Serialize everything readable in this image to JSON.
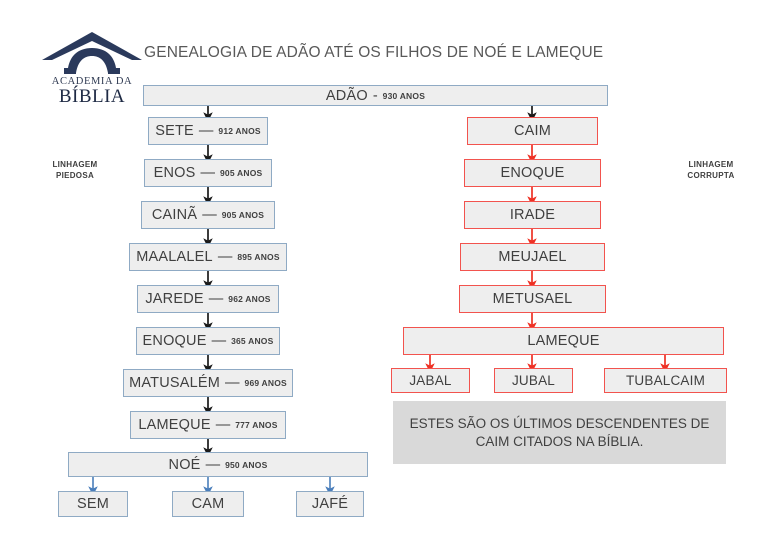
{
  "logo": {
    "line1": "ACADEMIA DA",
    "line2": "BÍBLIA",
    "icon": "academy-roof-logo"
  },
  "title": "GENEALOGIA DE ADÃO ATÉ OS FILHOS DE NOÉ E LAMEQUE",
  "side_labels": {
    "left": "LINHAGEM\nPIEDOSA",
    "left_line1": "LINHAGEM",
    "left_line2": "PIEDOSA",
    "right_line1": "LINHAGEM",
    "right_line2": "CORRUPTA"
  },
  "colors": {
    "pious_border": "#8faac4",
    "corrupt_border": "#f2534e",
    "box_fill": "#eeeeee",
    "note_fill": "#d9d9d9",
    "arrow_dark": "#1a1a1a",
    "arrow_blue": "#4a7ebb",
    "arrow_red": "#ee3124",
    "title_text": "#595959",
    "logo_navy": "#2b3a5c"
  },
  "root": {
    "name": "ADÃO",
    "sep": "-",
    "years": "930 ANOS"
  },
  "pious_line": [
    {
      "name": "SETE",
      "sep": "—",
      "years": "912 ANOS"
    },
    {
      "name": "ENOS",
      "sep": "—",
      "years": "905 ANOS"
    },
    {
      "name": "CAINÃ",
      "sep": "—",
      "years": "905 ANOS"
    },
    {
      "name": "MAALALEL",
      "sep": "—",
      "years": "895 ANOS"
    },
    {
      "name": "JAREDE",
      "sep": "—",
      "years": "962 ANOS"
    },
    {
      "name": "ENOQUE",
      "sep": "—",
      "years": "365 ANOS"
    },
    {
      "name": "MATUSALÉM",
      "sep": "—",
      "years": "969 ANOS"
    },
    {
      "name": "LAMEQUE",
      "sep": "—",
      "years": "777 ANOS"
    },
    {
      "name": "NOÉ",
      "sep": "—",
      "years": "950 ANOS"
    }
  ],
  "noah_sons": [
    "SEM",
    "CAM",
    "JAFÉ"
  ],
  "corrupt_line": [
    {
      "name": "CAIM"
    },
    {
      "name": "ENOQUE"
    },
    {
      "name": "IRADE"
    },
    {
      "name": "MEUJAEL"
    },
    {
      "name": "METUSAEL"
    },
    {
      "name": "LAMEQUE"
    }
  ],
  "lameque_sons": [
    "JABAL",
    "JUBAL",
    "TUBALCAIM"
  ],
  "note": "ESTES SÃO OS ÚLTIMOS DESCENDENTES DE CAIM CITADOS NA BÍBLIA."
}
